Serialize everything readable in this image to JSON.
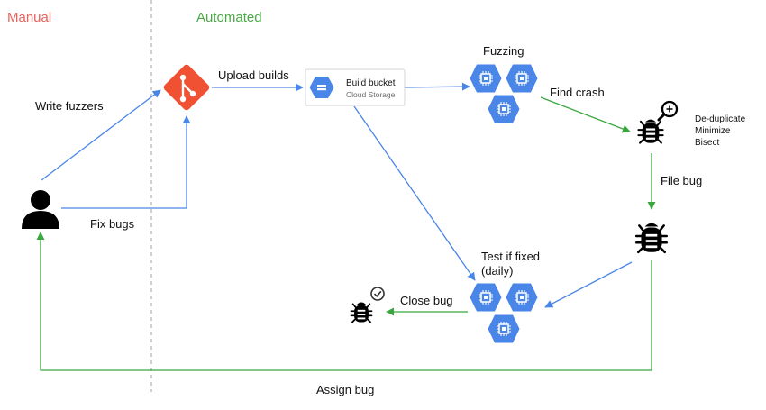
{
  "columns": {
    "manual": "Manual",
    "automated": "Automated"
  },
  "labels": {
    "write_fuzzers": "Write fuzzers",
    "fix_bugs": "Fix bugs",
    "upload_builds": "Upload builds",
    "fuzzing": "Fuzzing",
    "find_crash": "Find crash",
    "file_bug": "File bug",
    "test_if_fixed_line1": "Test if fixed",
    "test_if_fixed_line2": "(daily)",
    "close_bug": "Close bug",
    "assign_bug": "Assign bug"
  },
  "bucket": {
    "title": "Build bucket",
    "subtitle": "Cloud Storage"
  },
  "triage_steps": [
    "De-duplicate",
    "Minimize",
    "Bisect"
  ],
  "colors": {
    "manual": "#e8615b",
    "automated": "#4aa845",
    "blue_arrow": "#4a86e8",
    "green_arrow": "#3aa640",
    "git": "#f05133",
    "gcp_hex": "#4a86e8"
  },
  "icons": {
    "developer": "person-icon",
    "repo": "git-icon",
    "bucket": "cloud-storage-icon",
    "compute": "compute-engine-icon",
    "bug_search": "bug-search-icon",
    "bug": "bug-icon",
    "bug_fixed": "bug-check-icon"
  }
}
